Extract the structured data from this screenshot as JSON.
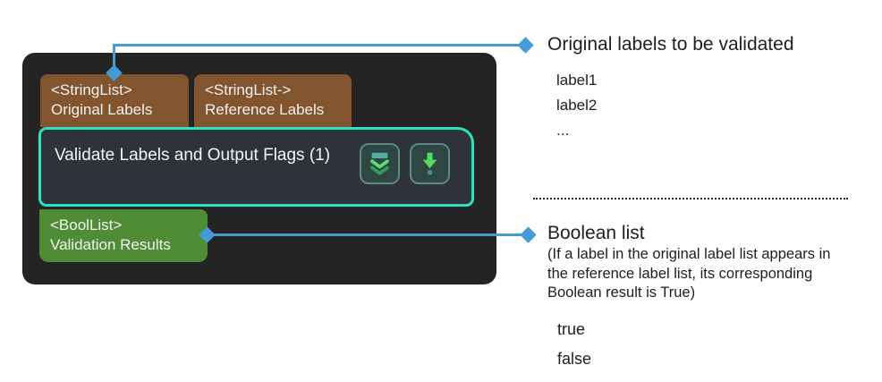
{
  "panel": {
    "node": {
      "title": "Validate Labels and Output Flags (1)",
      "inputs": [
        {
          "type": "<StringList>",
          "label": "Original Labels"
        },
        {
          "type": "<StringList->",
          "label": "Reference Labels"
        }
      ],
      "output": {
        "type": "<BoolList>",
        "label": "Validation Results"
      },
      "buttons": [
        {
          "icon": "double-chevron-down-icon"
        },
        {
          "icon": "arrow-down-dot-icon"
        }
      ]
    }
  },
  "annotations": {
    "top": {
      "title": "Original labels to be validated",
      "items": [
        "label1",
        "label2",
        "..."
      ]
    },
    "bottom": {
      "title": "Boolean list",
      "description": "(If a label in the original label list appears in the reference label list, its corresponding Boolean result is True)",
      "items": [
        "true",
        "false"
      ]
    }
  },
  "colors": {
    "connector_blue": "#459ad8",
    "input_port_brown": "#83552f",
    "output_port_green": "#4f8c35",
    "node_border_teal": "#2be2c4",
    "node_fill": "#2d3338",
    "panel_background": "#242424"
  }
}
